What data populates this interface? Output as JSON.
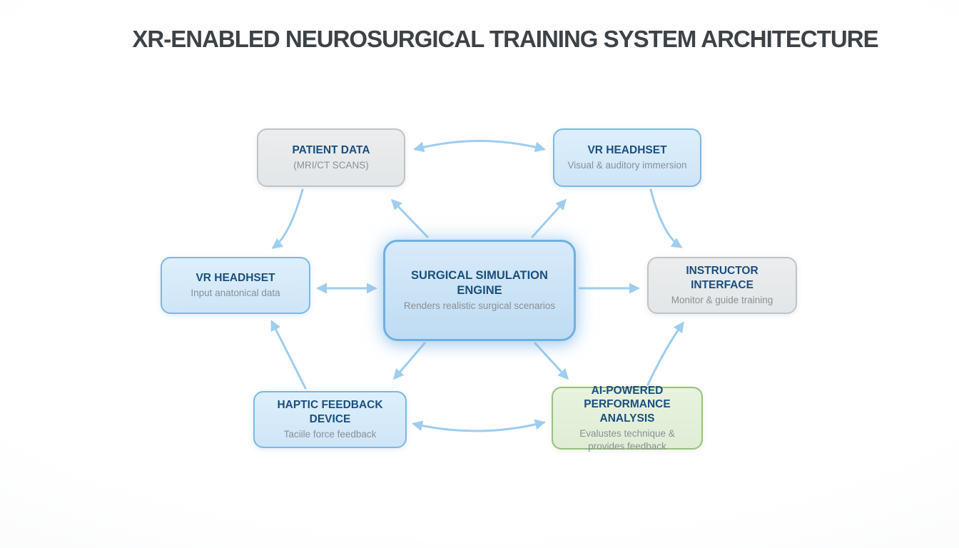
{
  "title": "XR-ENABLED NEUROSURGICAL TRAINING SYSTEM ARCHITECTURE",
  "nodes": [
    {
      "id": "patient-data",
      "title": "PATIENT DATA",
      "subtitle": "(MRI/CT SCANS)",
      "variant": "gray"
    },
    {
      "id": "vr-headset-top",
      "title": "VR HEADHSET",
      "subtitle": "Visual & auditory immersion",
      "variant": "blue"
    },
    {
      "id": "vr-headset-left",
      "title": "VR HEADHSET",
      "subtitle": "Input anatonical data",
      "variant": "blue"
    },
    {
      "id": "simulation-engine",
      "title": "SURGICAL SIMULATION ENGINE",
      "subtitle": "Renders realistic surgical scenarios",
      "variant": "blue-center"
    },
    {
      "id": "instructor-interface",
      "title": "INSTRUCTOR INTERFACE",
      "subtitle": "Monitor & guide training",
      "variant": "gray"
    },
    {
      "id": "haptic-device",
      "title": "HAPTIC FEEDBACK DEVICE",
      "subtitle": "Taciile force feedback",
      "variant": "blue"
    },
    {
      "id": "ai-analysis",
      "title": "AI-POWERED PERFORMANCE ANALYSIS",
      "subtitle": "Evalustes technique & provides feedback",
      "variant": "green"
    }
  ],
  "connections": [
    {
      "from": "patient-data",
      "to": "vr-headset-top",
      "shape": "curved",
      "bidirectional": true
    },
    {
      "from": "patient-data",
      "to": "vr-headset-left",
      "shape": "curved",
      "bidirectional": false
    },
    {
      "from": "vr-headset-top",
      "to": "instructor-interface",
      "shape": "curved",
      "bidirectional": false
    },
    {
      "from": "haptic-device",
      "to": "vr-headset-left",
      "shape": "curved",
      "bidirectional": false
    },
    {
      "from": "ai-analysis",
      "to": "instructor-interface",
      "shape": "curved",
      "bidirectional": false
    },
    {
      "from": "haptic-device",
      "to": "ai-analysis",
      "shape": "curved",
      "bidirectional": true
    },
    {
      "from": "vr-headset-left",
      "to": "simulation-engine",
      "shape": "straight",
      "bidirectional": true
    },
    {
      "from": "simulation-engine",
      "to": "instructor-interface",
      "shape": "straight",
      "bidirectional": false
    },
    {
      "from": "simulation-engine",
      "to": "patient-data",
      "shape": "straight",
      "bidirectional": false
    },
    {
      "from": "simulation-engine",
      "to": "vr-headset-top",
      "shape": "straight",
      "bidirectional": false
    },
    {
      "from": "simulation-engine",
      "to": "haptic-device",
      "shape": "straight",
      "bidirectional": false
    },
    {
      "from": "simulation-engine",
      "to": "ai-analysis",
      "shape": "straight",
      "bidirectional": false
    }
  ],
  "colors": {
    "title-text": "#3d4247",
    "node-title-text": "#1a4f7e",
    "node-sub-text": "#8a9096",
    "arrow": "#9ecdef",
    "node-blue-border": "#7cb8e4",
    "node-center-border": "#6fb0e0",
    "node-gray-border": "#bfc4c8",
    "node-green-border": "#97c17c",
    "node-blue-fill": "#d6e9f9",
    "node-center-fill": "#c9e2f6",
    "node-gray-fill": "#e7e9eb",
    "node-green-fill": "#e4efda",
    "background": "#ffffff"
  }
}
